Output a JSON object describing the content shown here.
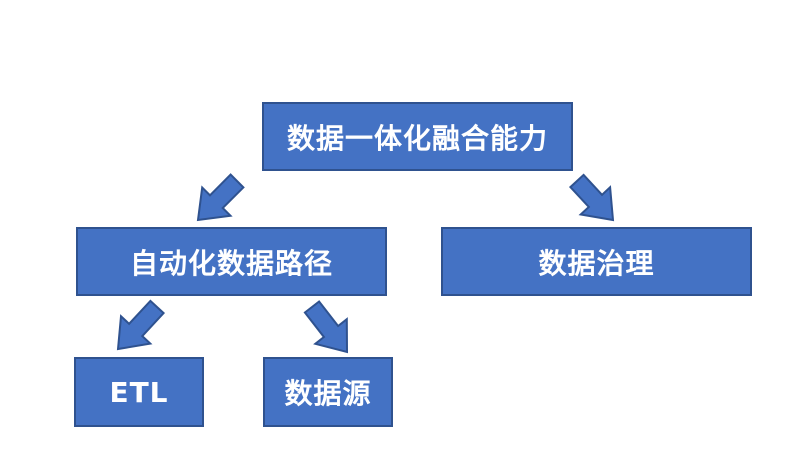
{
  "diagram": {
    "root": {
      "label": "数据一体化融合能力"
    },
    "auto_path": {
      "label": "自动化数据路径"
    },
    "governance": {
      "label": "数据治理"
    },
    "etl": {
      "label": "ETL"
    },
    "data_source": {
      "label": "数据源"
    }
  },
  "colors": {
    "node_fill": "#4472C4",
    "node_border": "#2F528F",
    "text": "#FFFFFF"
  }
}
